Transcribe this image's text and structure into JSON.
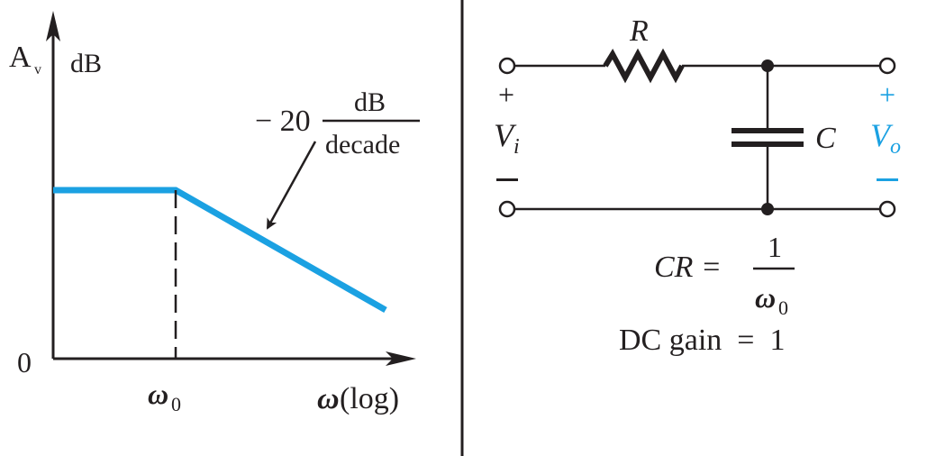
{
  "colors": {
    "ink": "#231f20",
    "accent_blue": "#1ba1e2"
  },
  "bode_plot": {
    "y_axis_symbol": "A",
    "y_axis_subscript": "v",
    "y_axis_unit": "dB",
    "y_origin_label": "0",
    "x_tick_symbol": "ω",
    "x_tick_subscript": "0",
    "x_axis_symbol": "ω",
    "x_axis_suffix": "(log)",
    "slope_value": "− 20",
    "slope_unit_numerator": "dB",
    "slope_unit_denominator": "decade"
  },
  "circuit": {
    "resistor_label": "R",
    "capacitor_label": "C",
    "input_plus": "+",
    "input_minus": "−",
    "input_symbol": "V",
    "input_subscript": "i",
    "output_plus": "+",
    "output_minus": "−",
    "output_symbol": "V",
    "output_subscript": "o"
  },
  "equations": {
    "cr_lhs": "CR =",
    "cr_numerator": "1",
    "cr_denominator_symbol": "ω",
    "cr_denominator_subscript": "0",
    "dc_gain": "DC gain  =  1"
  },
  "chart_data": {
    "type": "line",
    "title": "",
    "xlabel": "ω(log)",
    "ylabel": "Av dB",
    "x_scale": "log",
    "series": [
      {
        "points": [
          {
            "x": "0",
            "y": "flat"
          },
          {
            "x": "ω0",
            "y": "flat"
          },
          {
            "x": ">ω0",
            "y": "falling"
          }
        ]
      }
    ],
    "annotations": [
      "−20 dB/decade",
      "ω0"
    ],
    "grid": false
  }
}
